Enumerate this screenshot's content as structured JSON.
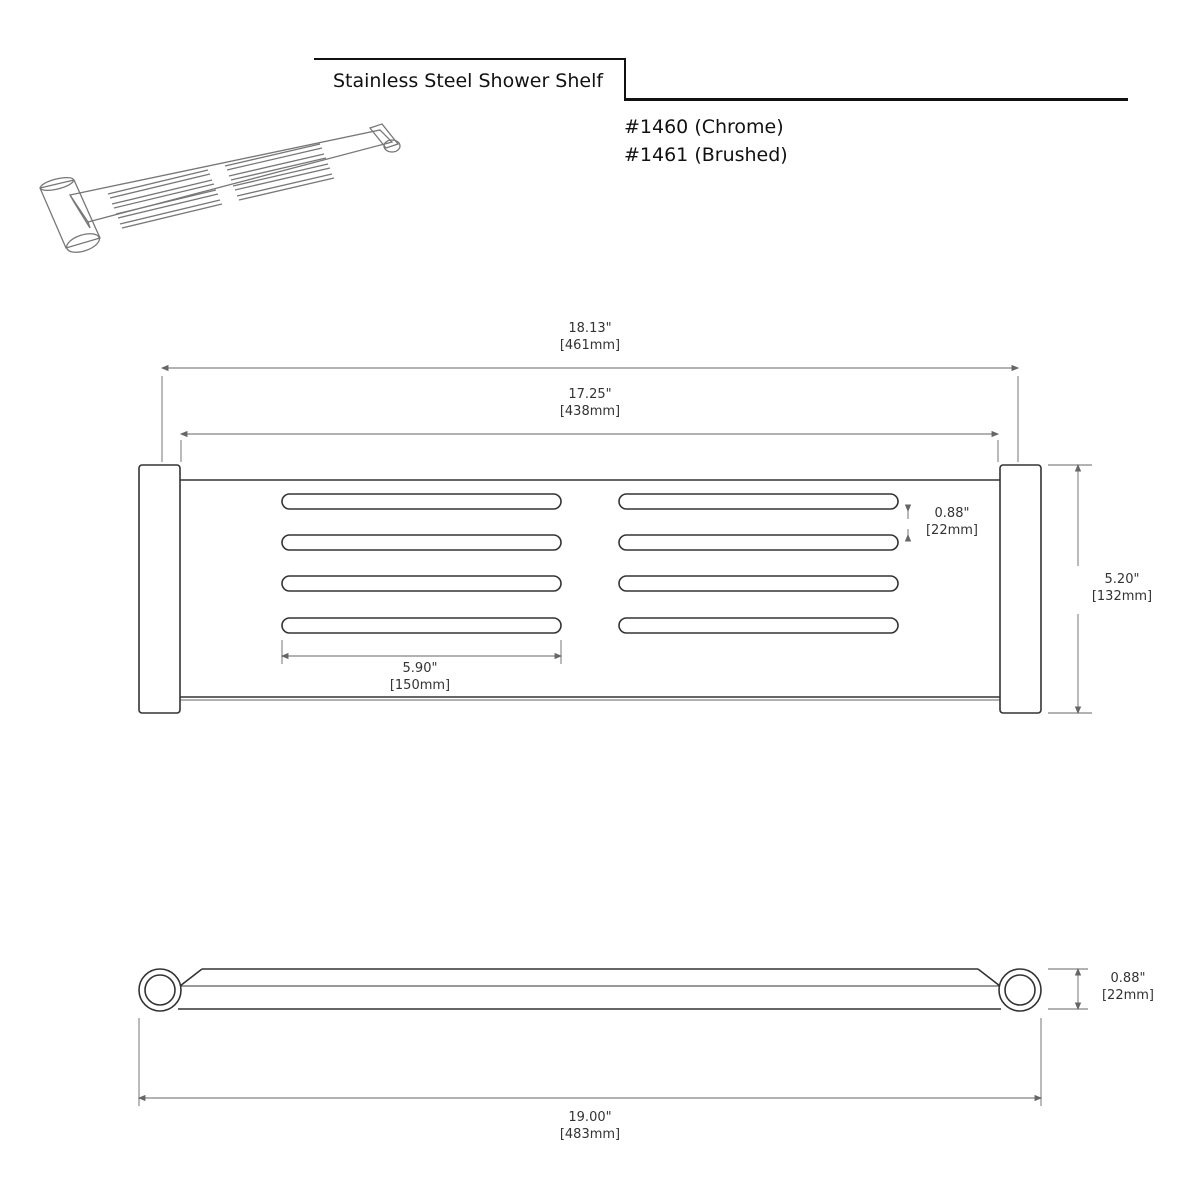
{
  "header": {
    "title": "Stainless Steel Shower Shelf",
    "models": [
      "#1460 (Chrome)",
      "#1461 (Brushed)"
    ]
  },
  "icons": {
    "perspective": "shower-shelf-perspective-icon"
  },
  "dimensions": {
    "overall_width": {
      "inch": "18.13\"",
      "mm": "[461mm]"
    },
    "inner_width": {
      "inch": "17.25\"",
      "mm": "[438mm]"
    },
    "slot_spacing": {
      "inch": "0.88\"",
      "mm": "[22mm]"
    },
    "depth": {
      "inch": "5.20\"",
      "mm": "[132mm]"
    },
    "slot_length": {
      "inch": "5.90\"",
      "mm": "[150mm]"
    },
    "rail_diameter": {
      "inch": "0.88\"",
      "mm": "[22mm]"
    },
    "total_length": {
      "inch": "19.00\"",
      "mm": "[483mm]"
    }
  },
  "colors": {
    "line": "#333333",
    "dimension": "#555555",
    "text": "#222222"
  }
}
